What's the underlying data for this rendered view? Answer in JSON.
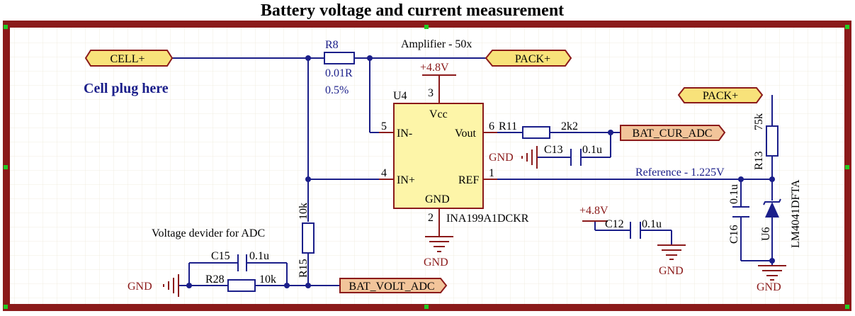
{
  "title": "Battery voltage and current measurement",
  "notes": {
    "cell_plug": "Cell plug here",
    "amplifier": "Amplifier - 50x",
    "voltage_divider": "Voltage devider for ADC",
    "reference": "Reference - 1.225V"
  },
  "ports": {
    "cell_plus": "CELL+",
    "pack_plus_top": "PACK+",
    "pack_plus_right": "PACK+",
    "bat_cur_adc": "BAT_CUR_ADC",
    "bat_volt_adc": "BAT_VOLT_ADC"
  },
  "power": {
    "v48_u4": "+4.8V",
    "v48_c12": "+4.8V",
    "gnd_u4": "GND",
    "gnd_c13": "GND",
    "gnd_c12": "GND",
    "gnd_u6": "GND",
    "gnd_r28": "GND"
  },
  "u4": {
    "designator": "U4",
    "part": "INA199A1DCKR",
    "pin_vcc": "Vcc",
    "pin_inm": "IN-",
    "pin_inp": "IN+",
    "pin_vout": "Vout",
    "pin_ref": "REF",
    "pin_gnd": "GND",
    "num_vcc": "3",
    "num_inm": "5",
    "num_inp": "4",
    "num_vout": "6",
    "num_ref": "1",
    "num_gnd": "2"
  },
  "r8": {
    "designator": "R8",
    "value": "0.01R",
    "tolerance": "0.5%"
  },
  "r11": {
    "designator": "R11",
    "value": "2k2"
  },
  "r13": {
    "designator": "R13",
    "value": "75k"
  },
  "r15": {
    "designator": "R15",
    "value": "10k"
  },
  "r28": {
    "designator": "R28",
    "value": "10k"
  },
  "c12": {
    "designator": "C12",
    "value": "0.1u"
  },
  "c13": {
    "designator": "C13",
    "value": "0.1u"
  },
  "c15": {
    "designator": "C15",
    "value": "0.1u"
  },
  "c16": {
    "designator": "C16",
    "value": "0.1u"
  },
  "u6": {
    "designator": "U6",
    "part": "LM4041DFTA"
  },
  "colors": {
    "wire": "#1b1f8a",
    "frame": "#8b1a1a",
    "port_fill": "#f8e27a",
    "port_adc_fill": "#f2c49a",
    "ic_fill": "#fdf5a8",
    "marker": "#22cc22"
  }
}
